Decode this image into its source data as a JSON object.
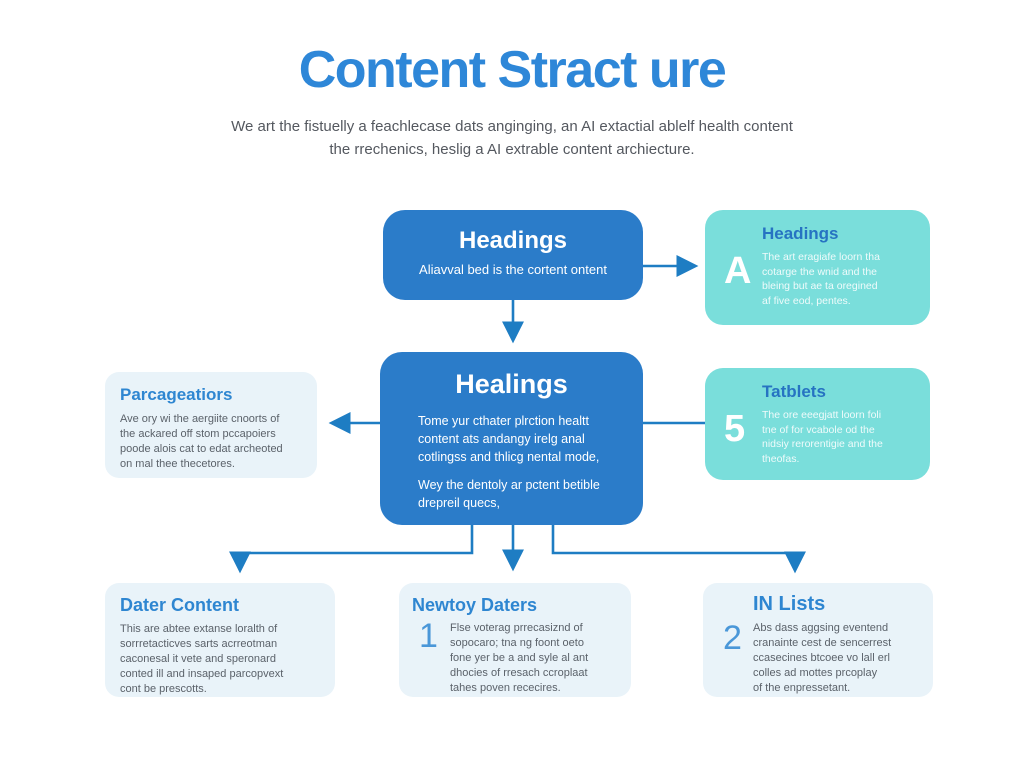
{
  "header": {
    "title": "Content Stract ure",
    "subtitle_line1": "We art the fistuelly a feachlecase dats anginging, an AI extactial ablelf health content",
    "subtitle_line2": "the rrechenics, heslig a AI extrable content archiecture."
  },
  "nodes": {
    "top": {
      "title": "Headings",
      "subtitle": "Aliavval bed is the cortent ontent"
    },
    "center": {
      "title": "Healings",
      "para1": "Tome yur cthater plrction healtt\ncontent ats andangy irelg anal\ncotlingss and thlicg nental mode,",
      "para2": "Wey the dentoly ar pctent betible\ndrepreil quecs,"
    },
    "right_top": {
      "badge": "A",
      "title": "Headings",
      "body": "The art eragiafe loorn tha\ncotarge the wnid and the\nbleing but ae ta oregined\naf five eod, pentes."
    },
    "right_mid": {
      "badge": "5",
      "title": "Tatblets",
      "body": "The ore eeegjatt loorn foli\ntne of for vcabole od the\nnidsiy rerorentigie and the\ntheofas."
    },
    "left": {
      "title": "Parcageatiors",
      "body": "Ave ory wi the aergiite cnoorts of\nthe ackared off stom pccapoiers\npoode alois cat to edat archeoted\non mal thee thecetores."
    },
    "bottom_left": {
      "title": "Dater Content",
      "body": "This are abtee extanse loralth of\nsorrretacticves sarts acrreotman\ncaconesal it vete and speronard\nconted ill and insaped parcopvext\ncont be prescotts."
    },
    "bottom_center": {
      "badge": "1",
      "title": "Newtoy Daters",
      "body": "Flse voterag prrecasiznd of\nsopocaro; tna ng foont oeto\nfone yer be a and syle al ant\ndhocies of rresach ccroplaat\ntahes poven rececires."
    },
    "bottom_right": {
      "badge": "2",
      "title": "IN Lists",
      "body": "Abs dass aggsing eventend\ncranainte cest de sencerrest\nccasecines btcoee vo lall erl\ncolles ad mottes prcoplay\nof the enpressetant."
    }
  },
  "colors": {
    "title_blue": "#2e87d8",
    "node_blue": "#2b7cc9",
    "node_teal": "#7adedb",
    "node_light": "#e9f3f9",
    "node_title_blue": "#2e86d1",
    "teal_title_blue": "#2673c2",
    "body_gray": "#5b626a",
    "badge_blue": "#4a97d8",
    "arrow_blue": "#1e7dc3"
  }
}
